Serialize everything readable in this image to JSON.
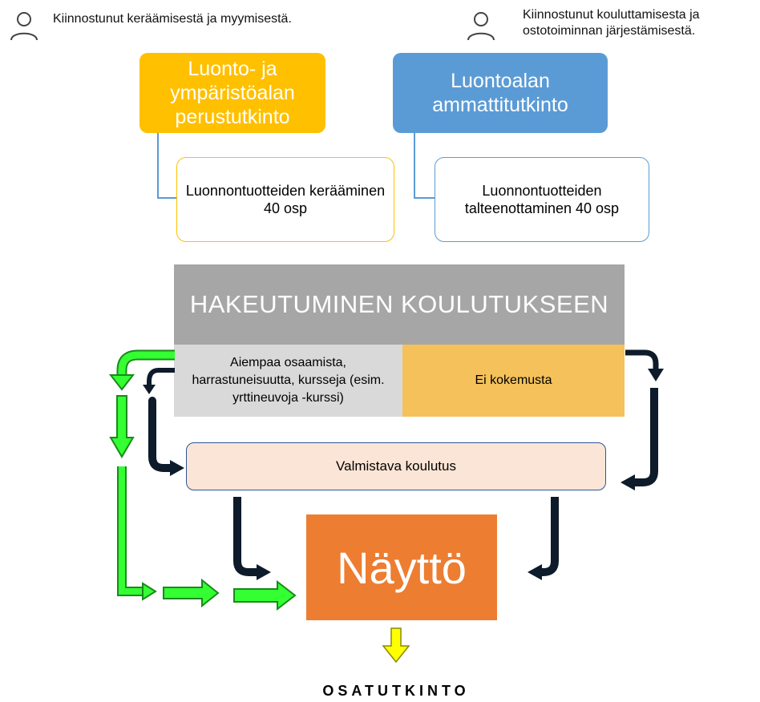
{
  "personas": [
    {
      "icon": "person-icon",
      "text": "Kiinnostunut keräämisestä ja myymisestä."
    },
    {
      "icon": "person-icon",
      "text": "Kiinnostunut kouluttamisesta ja ostotoiminnan järjestämisestä."
    }
  ],
  "qualifications": [
    {
      "label": "Luonto- ja ympäristöalan perustutkinto",
      "color": "#ffc000"
    },
    {
      "label": "Luontoalan ammattitutkinto",
      "color": "#5b9bd5"
    }
  ],
  "units": [
    {
      "label": "Luonnontuotteiden kerääminen 40 osp",
      "border_color": "#ffc000"
    },
    {
      "label": "Luonnontuotteiden talteenottaminen 40 osp",
      "border_color": "#5b9bd5"
    }
  ],
  "application": {
    "label": "HAKEUTUMINEN KOULUTUKSEEN",
    "color": "#a6a6a6"
  },
  "branches": {
    "experience": {
      "label": "Aiempaa osaamista, harrastuneisuutta, kursseja (esim. yrttineuvoja -kurssi)",
      "color": "#d9d9d9"
    },
    "no_experience": {
      "label": "Ei kokemusta",
      "color": "#f4c15a"
    }
  },
  "preparatory": {
    "label": "Valmistava koulutus",
    "color": "#fbe5d6"
  },
  "demonstration": {
    "label": "Näyttö",
    "color": "#ed7d31"
  },
  "result": {
    "label": "OSATUTKINTO"
  },
  "arrow_colors": {
    "green": "#33ff33",
    "dark": "#0d1b2a",
    "yellow": "#ffff00"
  }
}
